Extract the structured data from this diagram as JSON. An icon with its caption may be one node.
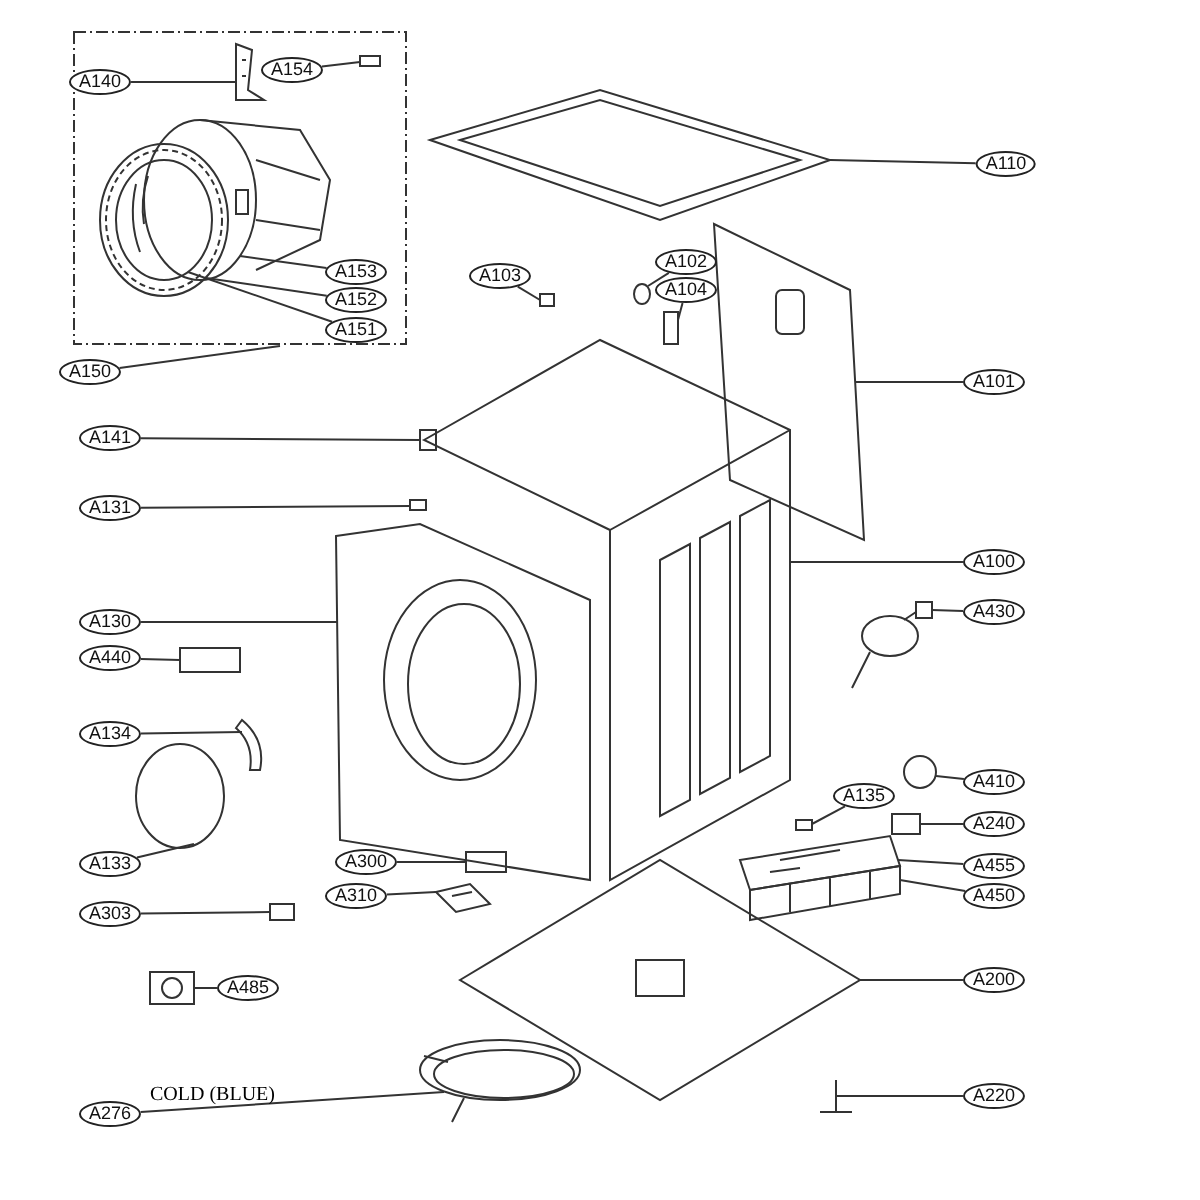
{
  "diagram": {
    "nodes": [
      {
        "text": [],
        "shape": "box"
      },
      {
        "text": [
          "A140"
        ],
        "in": 0
      },
      {
        "text": [
          "A154"
        ],
        "in": 0
      },
      {
        "text": [
          "A110"
        ]
      },
      {
        "text": [
          "A153"
        ],
        "in": 0
      },
      {
        "text": [
          "A152"
        ],
        "in": 0
      },
      {
        "text": [
          "A151"
        ],
        "in": 0
      },
      {
        "text": [
          "A150"
        ]
      },
      {
        "text": [
          "A103"
        ]
      },
      {
        "text": [
          "A102"
        ]
      },
      {
        "text": [
          "A104"
        ]
      },
      {
        "text": [
          "A101"
        ]
      },
      {
        "text": [
          "A141"
        ]
      },
      {
        "text": [
          "A131"
        ]
      },
      {
        "text": [
          "A130"
        ]
      },
      {
        "text": [
          "A100"
        ]
      },
      {
        "text": [
          "A430"
        ]
      },
      {
        "text": [
          "A440"
        ]
      },
      {
        "text": [
          "A134"
        ]
      },
      {
        "text": [
          "A410"
        ]
      },
      {
        "text": [
          "A240"
        ]
      },
      {
        "text": [
          "A133"
        ]
      },
      {
        "text": [
          "A135"
        ]
      },
      {
        "text": [
          "A455"
        ]
      },
      {
        "text": [
          "A300"
        ]
      },
      {
        "text": [
          "A310"
        ]
      },
      {
        "text": [
          "A450"
        ]
      },
      {
        "text": [
          "A303"
        ]
      },
      {
        "text": [
          "A200"
        ]
      },
      {
        "text": [
          "A485"
        ]
      },
      {
        "text": [
          "A220"
        ]
      },
      {
        "text": [
          "A276"
        ]
      },
      {
        "text": [],
        "shape": "picture",
        "in": 0
      },
      {
        "text": [],
        "shape": "box",
        "in": 0
      },
      {
        "text": [],
        "shape": "picture"
      },
      {
        "text": [],
        "shape": "picture",
        "in": 0
      },
      {
        "text": [],
        "shape": "picture",
        "in": 0
      },
      {
        "text": [],
        "shape": "picture",
        "in": 36
      },
      {
        "text": [],
        "shape": "box"
      },
      {
        "text": [],
        "shape": "circle"
      },
      {
        "text": [],
        "shape": "box"
      },
      {
        "text": [],
        "shape": "picture"
      },
      {
        "text": [],
        "shape": "box"
      },
      {
        "text": [],
        "shape": "box"
      },
      {
        "text": [],
        "shape": "picture"
      },
      {
        "text": [],
        "shape": "picture"
      },
      {
        "text": [],
        "shape": "picture"
      },
      {
        "text": [],
        "shape": "box"
      },
      {
        "text": [],
        "shape": "picture"
      },
      {
        "text": [],
        "shape": "circle"
      },
      {
        "text": [],
        "shape": "box"
      },
      {
        "text": [],
        "shape": "circle"
      },
      {
        "text": [],
        "shape": "box"
      },
      {
        "text": [],
        "shape": "picture"
      },
      {
        "text": [],
        "shape": "box"
      },
      {
        "text": [],
        "shape": "picture"
      },
      {
        "text": [],
        "shape": "picture"
      },
      {
        "text": [],
        "shape": "box"
      },
      {
        "text": [],
        "shape": "picture"
      },
      {
        "text": [],
        "shape": "picture"
      },
      {
        "text": [],
        "shape": "picture"
      },
      {
        "text": [],
        "shape": "picture"
      }
    ],
    "edges": [
      {
        "from": 1,
        "to": 32,
        "arrow": "none"
      },
      {
        "from": 2,
        "to": 33,
        "arrow": "none"
      },
      {
        "from": 3,
        "to": 34,
        "arrow": "none"
      },
      {
        "from": 4,
        "to": 35,
        "arrow": "none"
      },
      {
        "from": 5,
        "to": 36,
        "arrow": "none"
      },
      {
        "from": 6,
        "to": 37,
        "arrow": "none"
      },
      {
        "from": 7,
        "to": 0,
        "arrow": "none"
      },
      {
        "from": 8,
        "to": 38,
        "arrow": "none"
      },
      {
        "from": 9,
        "to": 39,
        "arrow": "none"
      },
      {
        "from": 10,
        "to": 40,
        "arrow": "none"
      },
      {
        "from": 11,
        "to": 41,
        "arrow": "none"
      },
      {
        "from": 12,
        "to": 42,
        "arrow": "none"
      },
      {
        "from": 13,
        "to": 43,
        "arrow": "none"
      },
      {
        "from": 14,
        "to": 44,
        "arrow": "none"
      },
      {
        "from": 15,
        "to": 45,
        "arrow": "none"
      },
      {
        "from": 16,
        "to": 46,
        "arrow": "none"
      },
      {
        "from": 17,
        "to": 47,
        "arrow": "none"
      },
      {
        "from": 18,
        "to": 48,
        "arrow": "none"
      },
      {
        "from": 19,
        "to": 49,
        "arrow": "none"
      },
      {
        "from": 20,
        "to": 50,
        "arrow": "none"
      },
      {
        "from": 21,
        "to": 51,
        "arrow": "none"
      },
      {
        "from": 22,
        "to": 52,
        "arrow": "none"
      },
      {
        "from": 23,
        "to": 53,
        "arrow": "none"
      },
      {
        "from": 24,
        "to": 54,
        "arrow": "none"
      },
      {
        "from": 25,
        "to": 55,
        "arrow": "none"
      },
      {
        "from": 26,
        "to": 56,
        "arrow": "none"
      },
      {
        "from": 27,
        "to": 57,
        "arrow": "none"
      },
      {
        "from": 28,
        "to": 58,
        "arrow": "none"
      },
      {
        "from": 29,
        "to": 59,
        "arrow": "none"
      },
      {
        "from": 30,
        "to": 60,
        "arrow": "none"
      },
      {
        "from": 31,
        "to": 61,
        "arrow": "none"
      }
    ],
    "labels": [
      "COLD (BLUE)"
    ]
  }
}
